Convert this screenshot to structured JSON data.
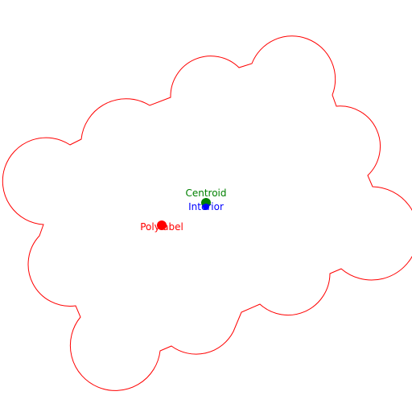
{
  "outline": {
    "color": "#ff0000"
  },
  "markers": {
    "centroid": {
      "label": "Centroid",
      "color": "#008000"
    },
    "interior": {
      "label": "Interior",
      "color": "#0000ff"
    },
    "polylabel": {
      "label": "Polylabel",
      "color": "#ff0000"
    }
  }
}
